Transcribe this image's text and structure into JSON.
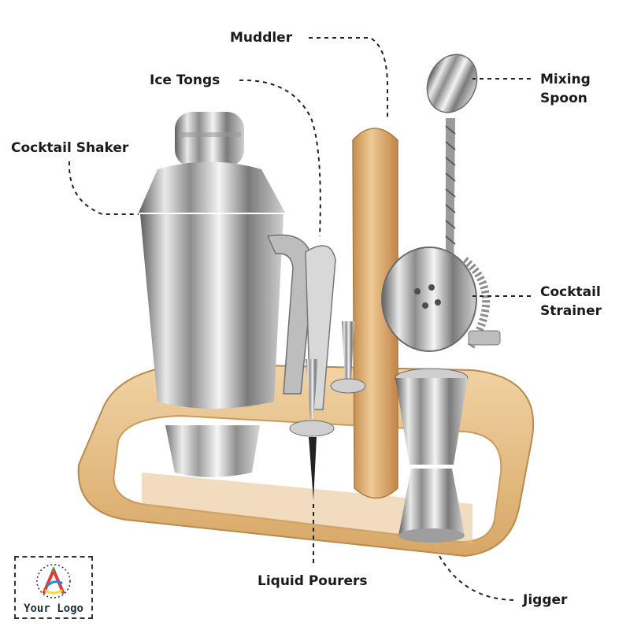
{
  "labels": {
    "muddler": "Muddler",
    "ice_tongs": "Ice Tongs",
    "cocktail_shaker": "Cocktail Shaker",
    "mixing_spoon_1": "Mixing",
    "mixing_spoon_2": "Spoon",
    "cocktail_strainer_1": "Cocktail",
    "cocktail_strainer_2": "Strainer",
    "liquid_pourers": "Liquid Pourers",
    "jigger": "Jigger"
  },
  "logo": {
    "text": "Your Logo",
    "colors": [
      "#e53935",
      "#1e88e5",
      "#fdd835",
      "#43a047"
    ]
  },
  "colors": {
    "wood": "#e2b67c",
    "wood_dark": "#b9874a",
    "steel": "#c9c9c9",
    "steel_dark": "#6f6f6f",
    "leader": "#222222"
  }
}
